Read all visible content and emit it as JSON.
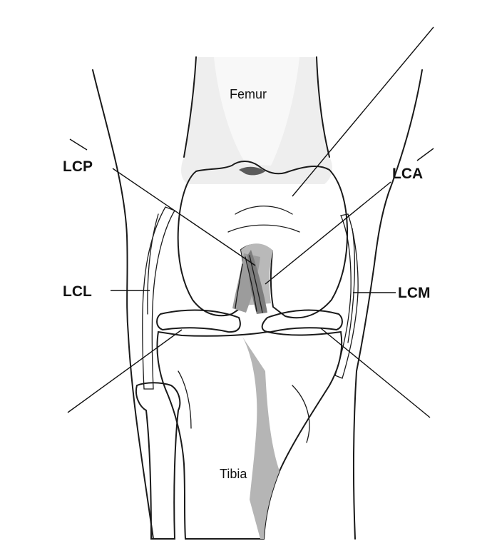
{
  "labels": {
    "femur": "Femur",
    "tibia": "Tibia",
    "lcp": "LCP",
    "lca": "LCA",
    "lcl": "LCL",
    "lcm": "LCM"
  },
  "colors": {
    "bone_light": "#f1f1f1",
    "bone_shadow": "#c9c9c9",
    "bone_dark": "#8e8e8e",
    "outline": "#1a1a1a",
    "background": "#ffffff"
  }
}
